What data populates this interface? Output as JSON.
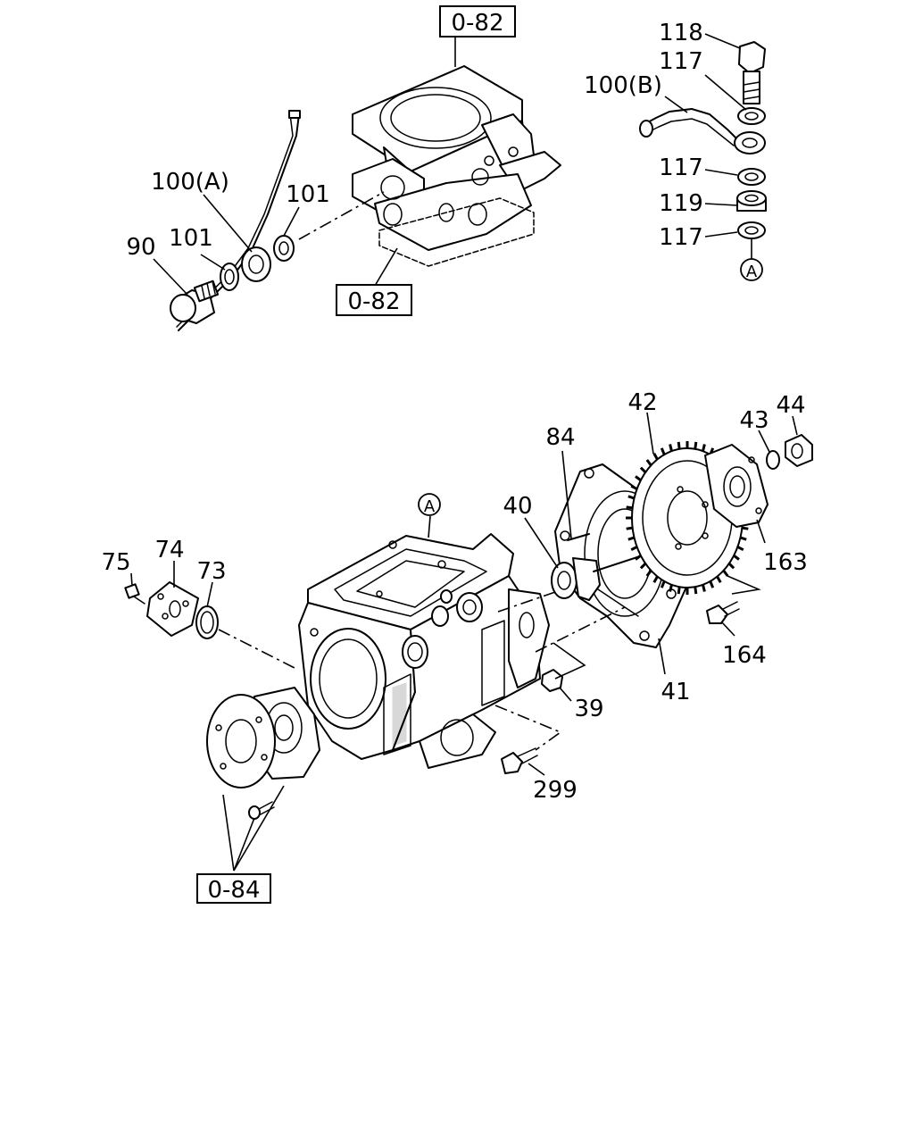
{
  "ref_boxes": {
    "top_upper": "0-82",
    "top_lower": "0-82",
    "bottom": "0-84"
  },
  "circle_markers": {
    "top_right": "A",
    "main_body": "A"
  },
  "callouts": {
    "c90": "90",
    "c101_left": "101",
    "c100a": "100(A)",
    "c101_right": "101",
    "c118": "118",
    "c117_top": "117",
    "c100b": "100(B)",
    "c117_mid": "117",
    "c119": "119",
    "c117_bottom": "117",
    "c75": "75",
    "c74": "74",
    "c73": "73",
    "c40": "40",
    "c84": "84",
    "c42": "42",
    "c43": "43",
    "c44": "44",
    "c163": "163",
    "c164": "164",
    "c41": "41",
    "c39": "39",
    "c299": "299"
  }
}
